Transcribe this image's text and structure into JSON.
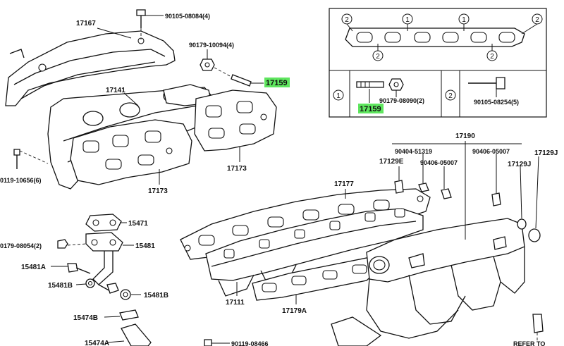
{
  "labels": {
    "p17167": "17167",
    "p90105_08084": "90105-08084(4)",
    "p90179_10094": "90179-10094(4)",
    "p17159_a": "17159",
    "p17141": "17141",
    "p17173_a": "17173",
    "p17173_b": "17173",
    "p90119_10656": "0119-10656(6)",
    "p15471": "15471",
    "p90179_08054": "0179-08054(2)",
    "p15481": "15481",
    "p15481A": "15481A",
    "p15481B_a": "15481B",
    "p15481B_b": "15481B",
    "p15474B": "15474B",
    "p15474A": "15474A",
    "p90119_08466": "90119-08466",
    "p17190": "17190",
    "p90404_51319": "90404-51319",
    "p90406_05007_a": "90406-05007",
    "p90406_05007_b": "90406-05007",
    "p17129J_a": "17129J",
    "p17129J_b": "17129J",
    "p17129E": "17129E",
    "p17177": "17177",
    "p17111": "17111",
    "p17179A": "17179A",
    "refer": "REFER TO"
  },
  "inset": {
    "c1a": "1",
    "c1b": "1",
    "c2a": "2",
    "c2b": "2",
    "c2c": "2",
    "c2d": "2",
    "row_c1": "1",
    "row_c2": "2",
    "p17159_b": "17159",
    "p90179_08090": "90179-08090(2)",
    "p90105_08254": "90105-08254(5)"
  },
  "colors": {
    "highlight": "#5fe65f",
    "line": "#111111"
  }
}
